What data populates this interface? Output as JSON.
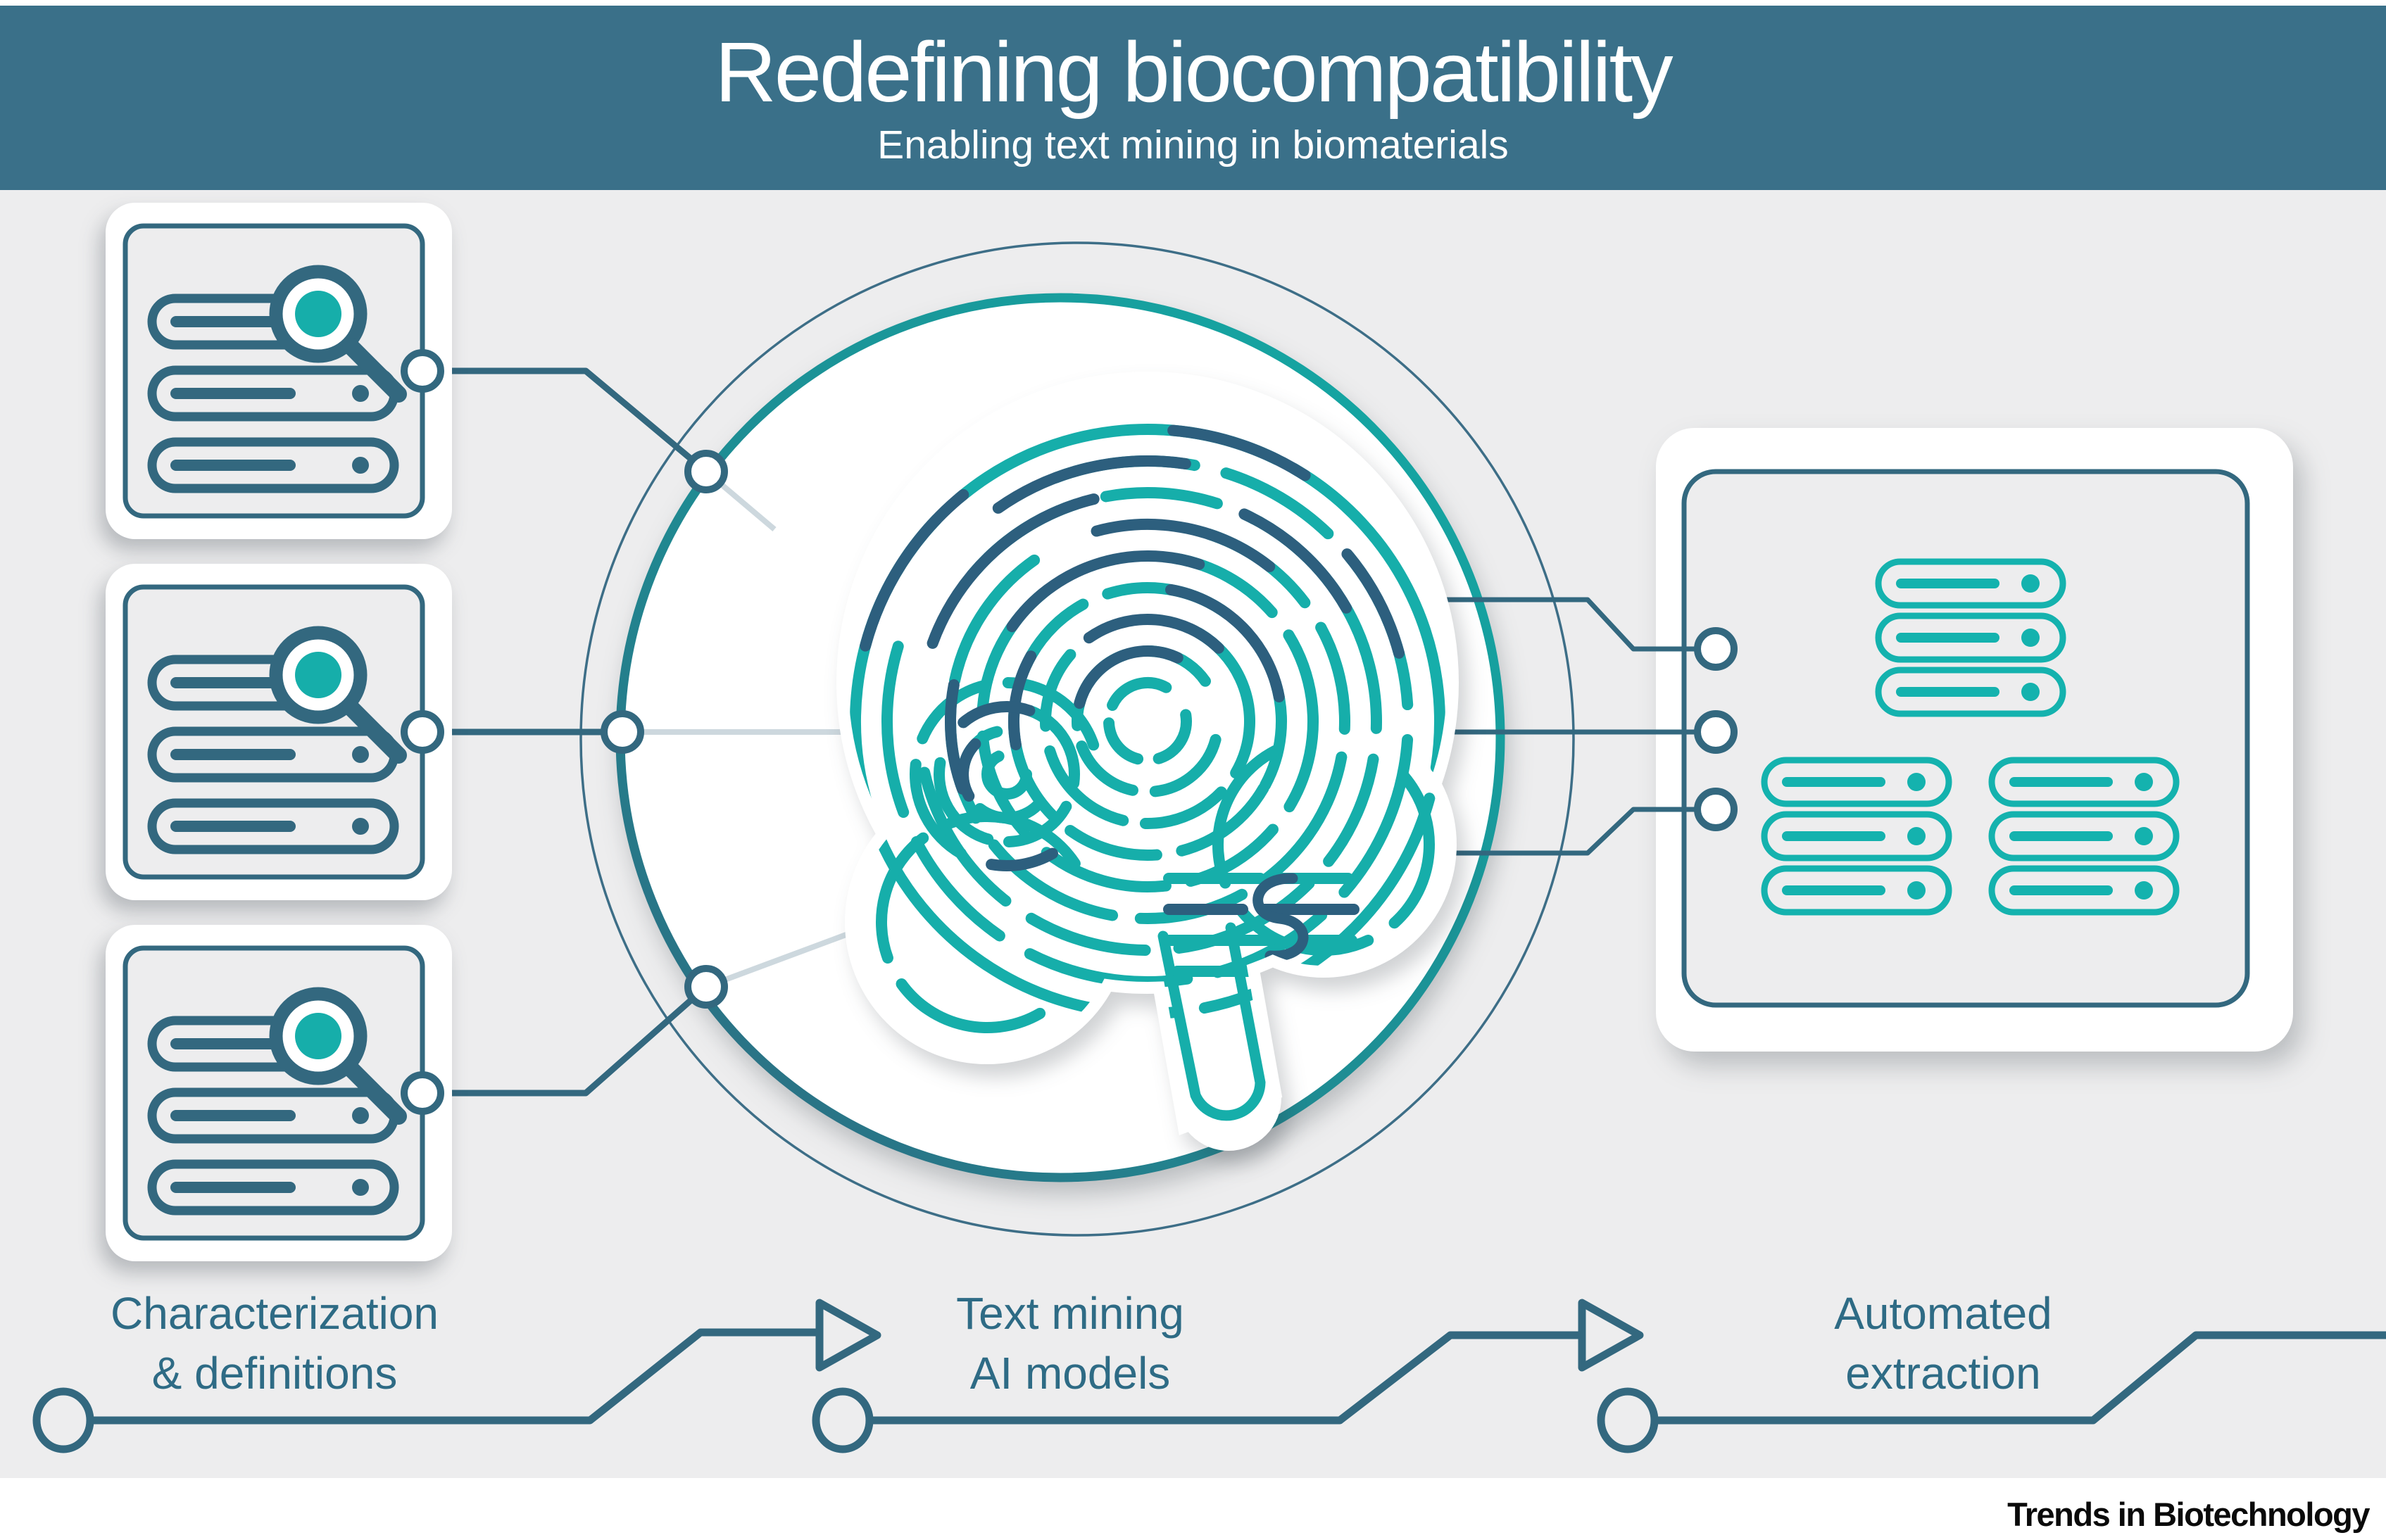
{
  "banner": {
    "title": "Redefining biocompatibility",
    "subtitle": "Enabling text mining in biomaterials",
    "bg_color": "#3A7089",
    "text_color": "#FFFFFF"
  },
  "stages": [
    {
      "id": "characterization",
      "line1": "Characterization",
      "line2": "& definitions",
      "icon": "document-search-icon",
      "card_count": 3
    },
    {
      "id": "text-mining-ai-models",
      "line1": "Text mining",
      "line2": "AI models",
      "icon": "brain-maze-icon"
    },
    {
      "id": "automated-extraction",
      "line1": "Automated",
      "line2": "extraction",
      "icon": "database-stack-icon",
      "stack_count": 3
    }
  ],
  "credit": {
    "text": "Trends in Biotechnology"
  },
  "colors": {
    "background_gray": "#EDEDEE",
    "teal_accent": "#16AEAA",
    "dark_slate": "#33687F",
    "brain_dark_arc": "#2D5F7E",
    "light_connector": "#CDD8DE",
    "label_text": "#2E6B85"
  }
}
